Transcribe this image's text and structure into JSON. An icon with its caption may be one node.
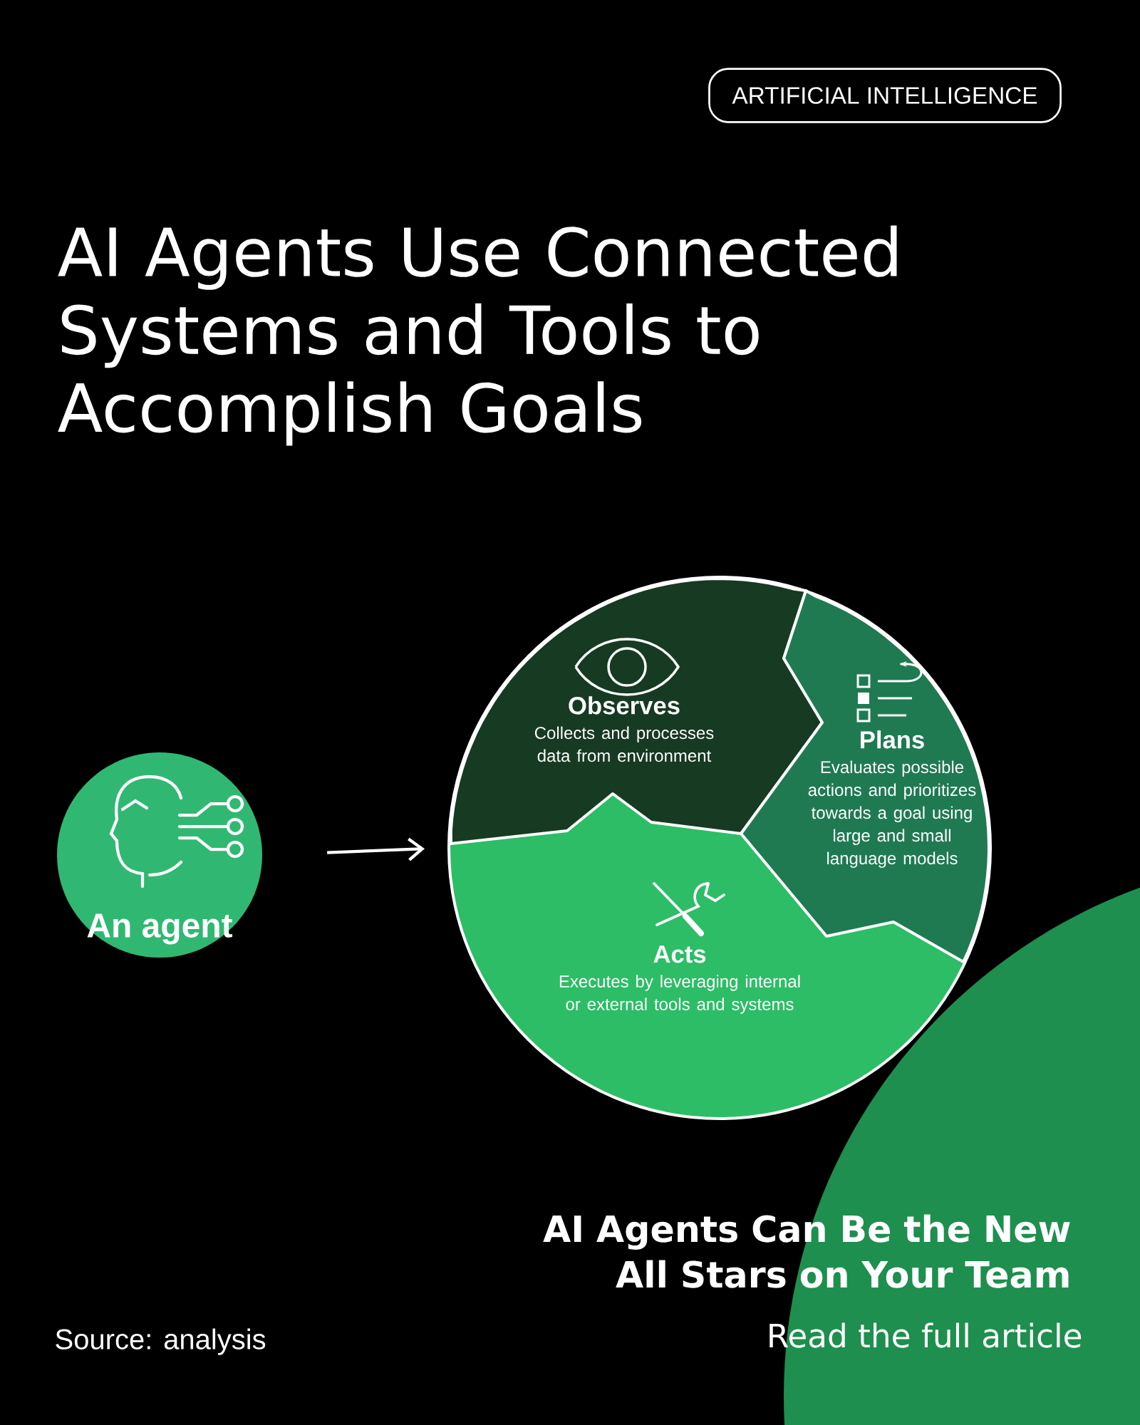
{
  "diagram": {
    "title": "AI Agents Use Connected Systems and Tools to Accomplish Goals",
    "nodes": [
      {
        "text": [
          "An agent"
        ]
      },
      {
        "text": [],
        "shape": "circle"
      },
      {
        "text": [
          "Observes",
          "Collects and processes data from environment"
        ],
        "in": 1
      },
      {
        "text": [
          "Plans",
          "Evaluates possible actions and prioritizes towards a goal using large and small language models"
        ],
        "in": 1
      },
      {
        "text": [
          "Acts",
          "Executes by leveraging internal or external tools and systems"
        ],
        "in": 1
      },
      {
        "text": [
          "ARTIFICIAL INTELLIGENCE"
        ]
      }
    ],
    "edges": [
      {
        "from": 0,
        "to": 1,
        "arrow": "to"
      }
    ],
    "labels": [
      "AI Agents Can Be the New All Stars on Your Team",
      "Read the full article",
      "Source: analysis"
    ]
  }
}
